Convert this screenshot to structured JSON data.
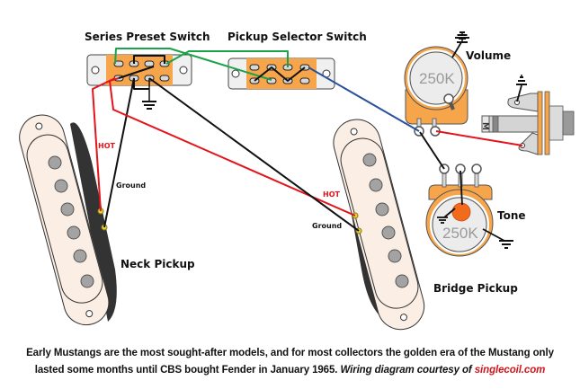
{
  "labels": {
    "series_switch": "Series Preset Switch",
    "selector_switch": "Pickup Selector Switch",
    "volume": "Volume",
    "tone": "Tone",
    "volume_value": "250K",
    "tone_value": "250K",
    "neck_pickup": "Neck Pickup",
    "bridge_pickup": "Bridge Pickup",
    "neck_hot": "HOT",
    "neck_ground": "Ground",
    "bridge_hot": "HOT",
    "bridge_ground": "Ground",
    "jack_mark": "M"
  },
  "colors": {
    "hot_wire": "#e3141b",
    "ground_wire": "#111111",
    "green_wire": "#1aa34a",
    "blue_wire": "#2a4f9c",
    "switch_body": "#f6a54a",
    "pot_body": "#f6a54a",
    "pickup_cover": "#fbeee4",
    "pole_piece": "#a3a3a3",
    "tone_knob": "#f26a1b"
  },
  "caption": {
    "line1": "Early Mustangs are the most sought-after models, and for most collectors the golden era of the Mustang only",
    "line2_main": "lasted some months until CBS bought Fender in January 1965.",
    "line2_credit": "Wiring diagram courtesy of",
    "line2_link": "singlecoil.com"
  }
}
